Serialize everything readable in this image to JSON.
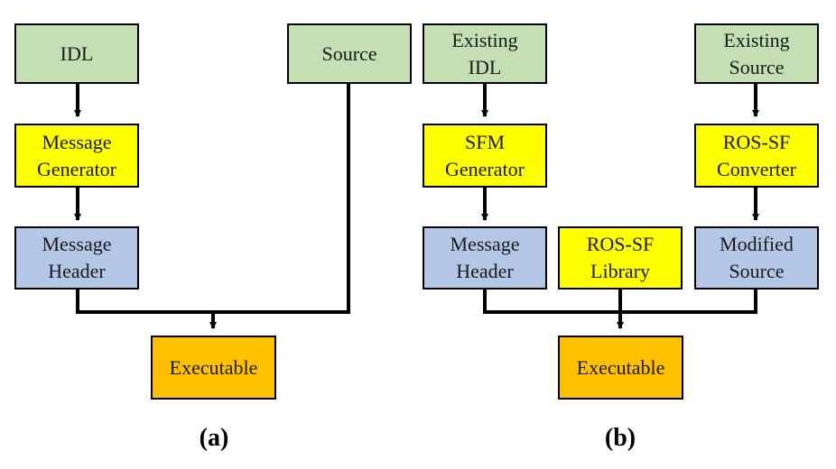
{
  "colors": {
    "idl": "#c5dfb4",
    "generator": "#ffff00",
    "header": "#b4c7e7",
    "executable": "#ffc000",
    "line": "#000000"
  },
  "panel_a": {
    "label": "(a)",
    "idl": "IDL",
    "source": "Source",
    "message_generator": "Message\nGenerator",
    "message_header": "Message\nHeader",
    "executable": "Executable"
  },
  "panel_b": {
    "label": "(b)",
    "existing_idl": "Existing\nIDL",
    "existing_source": "Existing\nSource",
    "sfm_generator": "SFM\nGenerator",
    "ros_sf_converter": "ROS-SF\nConverter",
    "message_header": "Message\nHeader",
    "ros_sf_library": "ROS-SF\nLibrary",
    "modified_source": "Modified\nSource",
    "executable": "Executable"
  }
}
